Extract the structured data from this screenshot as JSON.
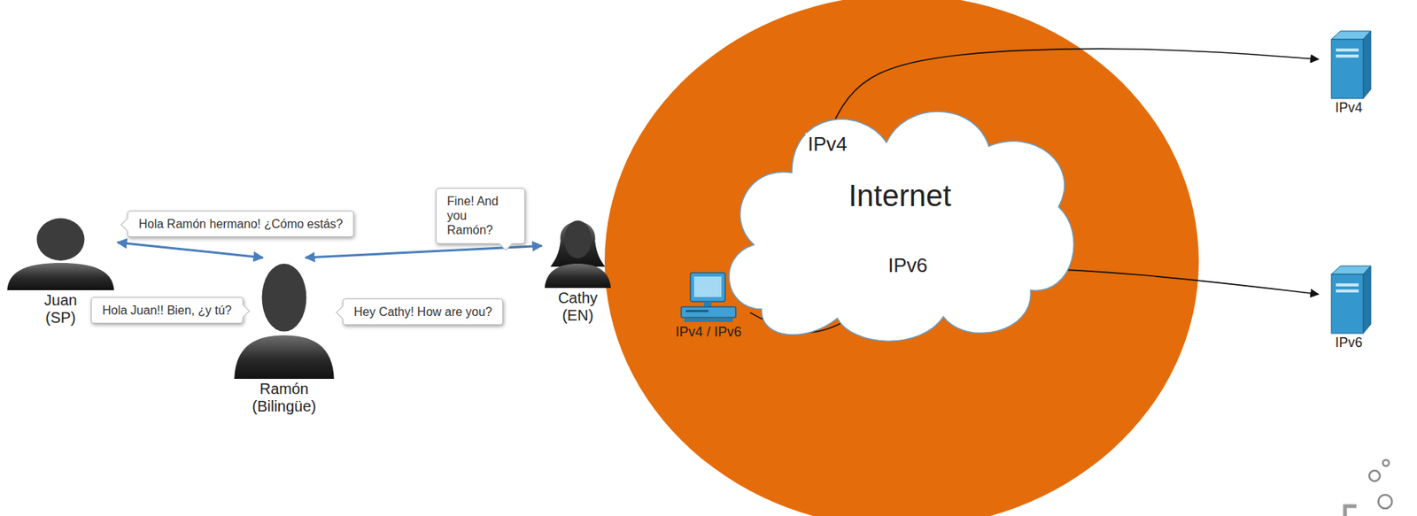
{
  "diagram": {
    "nodes": [
      {
        "text": [
          "Juan (SP)"
        ]
      },
      {
        "text": [
          "Hola Ramón hermano! ¿Cómo estás?"
        ]
      },
      {
        "text": [
          "Ramón (Bilingüe)"
        ]
      },
      {
        "text": [
          "Hola Juan!! Bien, ¿y tú?"
        ]
      },
      {
        "text": [
          "Hey Cathy! How are you?"
        ]
      },
      {
        "text": [
          "Cathy (EN)"
        ]
      },
      {
        "text": [
          "Fine! And you Ramón?"
        ]
      },
      {
        "text": [
          "Internet"
        ]
      },
      {
        "text": [
          "IPv4 / IPv6"
        ]
      },
      {
        "text": [
          "IPv4"
        ]
      },
      {
        "text": [
          "IPv6"
        ]
      }
    ],
    "edges": [
      {
        "from": 0,
        "to": 2,
        "arrow": "both"
      },
      {
        "from": 2,
        "to": 5,
        "arrow": "both"
      },
      {
        "from": 8,
        "to": 9,
        "label": "IPv4",
        "arrow": "to"
      },
      {
        "from": 8,
        "to": 10,
        "label": "IPv6",
        "arrow": "to"
      }
    ]
  }
}
